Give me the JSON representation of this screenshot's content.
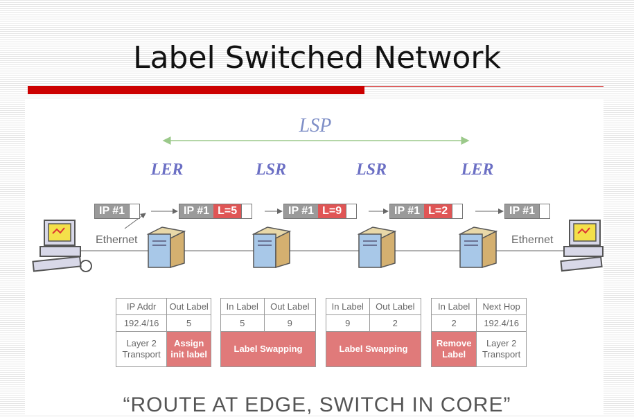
{
  "slide": {
    "title": "Label Switched Network",
    "motto": "“ROUTE AT EDGE, SWITCH IN CORE”"
  },
  "diagram": {
    "lsp_label": "LSP",
    "nodes": [
      "LER",
      "LSR",
      "LSR",
      "LER"
    ],
    "packets": [
      {
        "ip": "IP #1",
        "label": ""
      },
      {
        "ip": "IP #1",
        "label": "L=5"
      },
      {
        "ip": "IP #1",
        "label": "L=9"
      },
      {
        "ip": "IP #1",
        "label": "L=2"
      },
      {
        "ip": "IP #1",
        "label": ""
      }
    ],
    "left_link": "Ethernet",
    "right_link": "Ethernet"
  },
  "tables": [
    {
      "h1": "IP Addr",
      "h2": "Out Label",
      "v1": "192.4/16",
      "v2": "5",
      "a1": "Layer 2 Transport",
      "a2": "Assign init label"
    },
    {
      "h1": "In Label",
      "h2": "Out Label",
      "v1": "5",
      "v2": "9",
      "action": "Label Swapping"
    },
    {
      "h1": "In Label",
      "h2": "Out Label",
      "v1": "9",
      "v2": "2",
      "action": "Label Swapping"
    },
    {
      "h1": "In Label",
      "h2": "Next Hop",
      "v1": "2",
      "v2": "192.4/16",
      "a1": "Remove Label",
      "a2": "Layer 2 Transport"
    }
  ]
}
